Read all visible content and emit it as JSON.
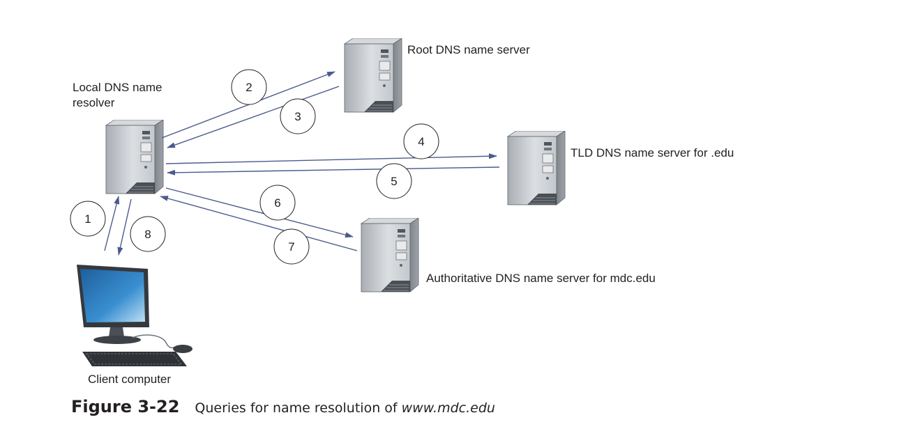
{
  "nodes": {
    "local_resolver": {
      "label": "Local DNS name resolver",
      "icon": "server-icon"
    },
    "root_server": {
      "label": "Root DNS name server",
      "icon": "server-icon"
    },
    "tld_server": {
      "label": "TLD DNS name server for .edu",
      "icon": "server-icon"
    },
    "auth_server": {
      "label": "Authoritative DNS name server for mdc.edu",
      "icon": "server-icon"
    },
    "client": {
      "label": "Client computer",
      "icon": "desktop-computer-icon"
    }
  },
  "steps": [
    {
      "n": "1",
      "from": "client",
      "to": "local_resolver"
    },
    {
      "n": "2",
      "from": "local_resolver",
      "to": "root_server"
    },
    {
      "n": "3",
      "from": "root_server",
      "to": "local_resolver"
    },
    {
      "n": "4",
      "from": "local_resolver",
      "to": "tld_server"
    },
    {
      "n": "5",
      "from": "tld_server",
      "to": "local_resolver"
    },
    {
      "n": "6",
      "from": "local_resolver",
      "to": "auth_server"
    },
    {
      "n": "7",
      "from": "auth_server",
      "to": "local_resolver"
    },
    {
      "n": "8",
      "from": "local_resolver",
      "to": "client"
    }
  ],
  "caption": {
    "number": "Figure 3-22",
    "text": "Queries for name resolution of ",
    "url": "www.mdc.edu"
  },
  "colors": {
    "arrow": "#4b5a8c",
    "text": "#231f20",
    "server_body": "#b9bec4",
    "screen": "#2d79b8"
  }
}
